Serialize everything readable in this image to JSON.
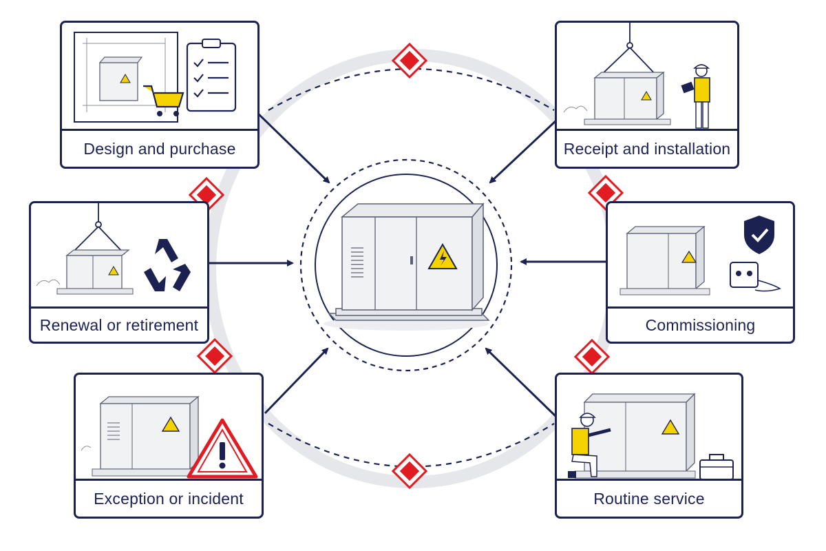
{
  "colors": {
    "navy": "#1b2150",
    "accent_red": "#e11b22",
    "warning_yellow": "#f5d300",
    "ring_gray": "#e6e7ea",
    "cabinet_fill": "#f1f2f4",
    "cabinet_stroke": "#5b6072"
  },
  "center": {
    "icon": "electrical-cabinet-icon"
  },
  "stages": [
    {
      "id": "design",
      "label": "Design and purchase",
      "icons": [
        "blueprint-icon",
        "shopping-cart-icon",
        "checklist-icon"
      ]
    },
    {
      "id": "receipt",
      "label": "Receipt and installation",
      "icons": [
        "crane-hook-icon",
        "worker-icon",
        "tablet-icon"
      ]
    },
    {
      "id": "renewal",
      "label": "Renewal or retirement",
      "icons": [
        "crane-hook-icon",
        "recycle-icon"
      ]
    },
    {
      "id": "commissioning",
      "label": "Commissioning",
      "icons": [
        "shield-check-icon",
        "test-meter-icon"
      ]
    },
    {
      "id": "exception",
      "label": "Exception or incident",
      "icons": [
        "warning-triangle-icon"
      ]
    },
    {
      "id": "routine",
      "label": "Routine service",
      "icons": [
        "technician-icon",
        "toolbox-icon"
      ]
    }
  ],
  "markers": {
    "icon": "red-diamond-icon",
    "count": 6
  }
}
